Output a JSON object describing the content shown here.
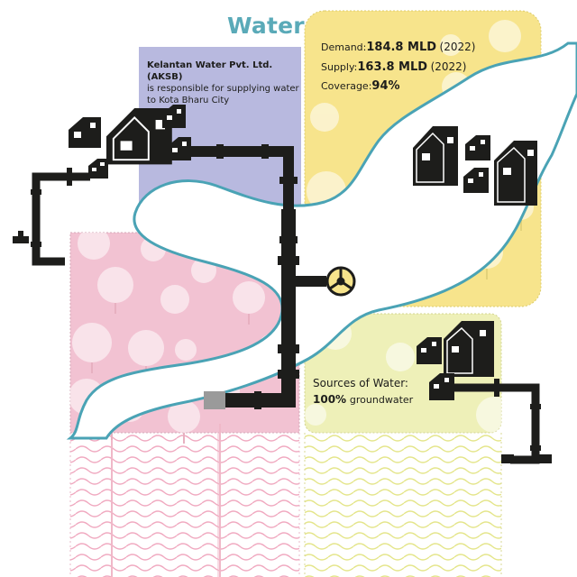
{
  "title": "Water",
  "operator": {
    "name": "Kelantan Water Pvt. Ltd. (AKSB)",
    "text_line1": "is responsible for supplying water",
    "text_line2": "to Kota Bharu City"
  },
  "stats": {
    "demand": {
      "label": "Demand:",
      "value": "184.8 MLD",
      "year": "(2022)"
    },
    "supply": {
      "label": "Supply:",
      "value": "163.8 MLD",
      "year": "(2022)"
    },
    "coverage": {
      "label": "Coverage:",
      "value": "94%"
    }
  },
  "sources": {
    "label": "Sources of Water:",
    "percent": "100%",
    "type": "groundwater"
  },
  "colors": {
    "title": "#5aaab8",
    "panel_purple": "#b8b9df",
    "panel_yellow": "#f7e48c",
    "panel_pink": "#f2c2d2",
    "panel_light_yellow": "#eef0b8",
    "river": "#ffffff",
    "river_edge": "#4aa3b5",
    "pipe": "#1d1d1b"
  },
  "icons": [
    "house-icon",
    "valve-wheel-icon",
    "faucet-icon",
    "wave-pattern"
  ]
}
